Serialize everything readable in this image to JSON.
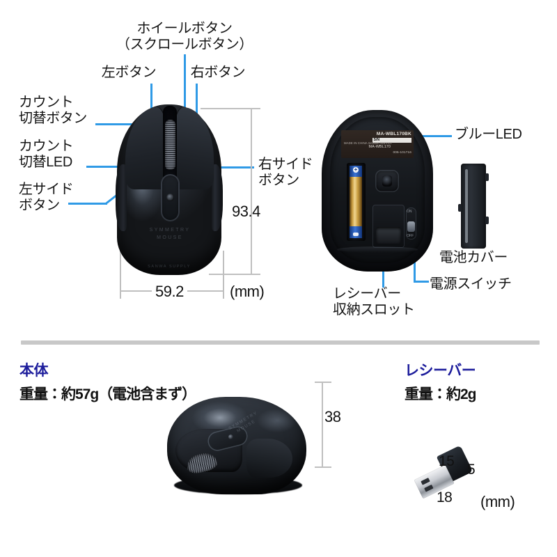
{
  "document": {
    "type": "product-specification-diagram",
    "product_model": "MA-WBL170BK",
    "units_label": "(mm)"
  },
  "top_section": {
    "callouts": [
      {
        "id": "wheel-button",
        "text": "ホイールボタン\n（スクロールボタン）"
      },
      {
        "id": "left-button",
        "text": "左ボタン"
      },
      {
        "id": "right-button",
        "text": "右ボタン"
      },
      {
        "id": "count-switch-button",
        "text": "カウント\n切替ボタン"
      },
      {
        "id": "count-switch-led",
        "text": "カウント\n切替LED"
      },
      {
        "id": "left-side-button",
        "text": "左サイド\nボタン"
      },
      {
        "id": "right-side-button",
        "text": "右サイド\nボタン"
      },
      {
        "id": "blue-led",
        "text": "ブルーLED"
      },
      {
        "id": "battery-cover",
        "text": "電池カバー"
      },
      {
        "id": "power-switch",
        "text": "電源スイッチ"
      },
      {
        "id": "receiver-slot",
        "text": "レシーバー\n収納スロット"
      }
    ],
    "dimensions": {
      "height": "93.4",
      "width": "59.2",
      "unit": "(mm)"
    },
    "product_label": {
      "model_no": "MA-WBL170BK",
      "serial_label": "S/N",
      "model_no_2": "MA-WBL170",
      "cert": "005-101716",
      "made_in": "MADE IN CHINA\nSANWA SUPPLY"
    },
    "device_brand": "SYMMETRY\nMOUSE",
    "device_vendor": "SANWA SUPPLY",
    "power_switch_marks": {
      "on": "ON",
      "off": "OFF"
    }
  },
  "bottom_section": {
    "body": {
      "heading": "本体",
      "weight": "重量：約57g（電池含まず）",
      "height_dim": "38"
    },
    "receiver": {
      "heading": "レシーバー",
      "weight": "重量：約2g",
      "dim_length": "15",
      "dim_thickness": "5",
      "dim_width": "18",
      "unit": "(mm)"
    }
  },
  "colors": {
    "leader_line": "#2f9ae6",
    "dimension_line": "#bfbfbf",
    "heading_blue": "#1d1d9c",
    "text": "#141414",
    "divider": "#c8c8c8",
    "background": "#ffffff"
  }
}
